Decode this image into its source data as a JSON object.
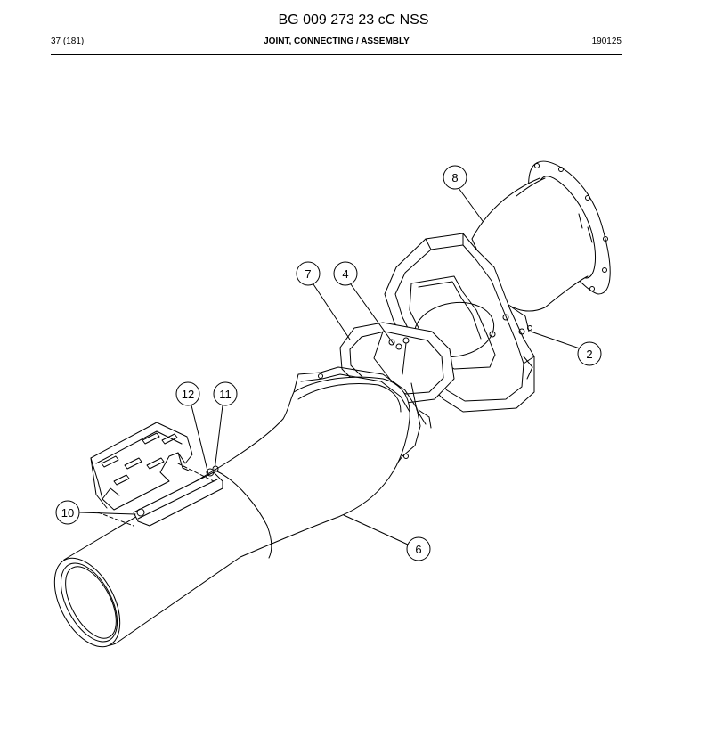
{
  "header": {
    "document_number": "BG 009 273 23 cC NSS",
    "page_ref": "37 (181)",
    "title": "JOINT, CONNECTING / ASSEMBLY",
    "date_code": "190125"
  },
  "callouts": [
    {
      "id": "callout-2",
      "label": "2"
    },
    {
      "id": "callout-4",
      "label": "4"
    },
    {
      "id": "callout-6",
      "label": "6"
    },
    {
      "id": "callout-7",
      "label": "7"
    },
    {
      "id": "callout-8",
      "label": "8"
    },
    {
      "id": "callout-10",
      "label": "10"
    },
    {
      "id": "callout-11",
      "label": "11"
    },
    {
      "id": "callout-12",
      "label": "12"
    }
  ]
}
